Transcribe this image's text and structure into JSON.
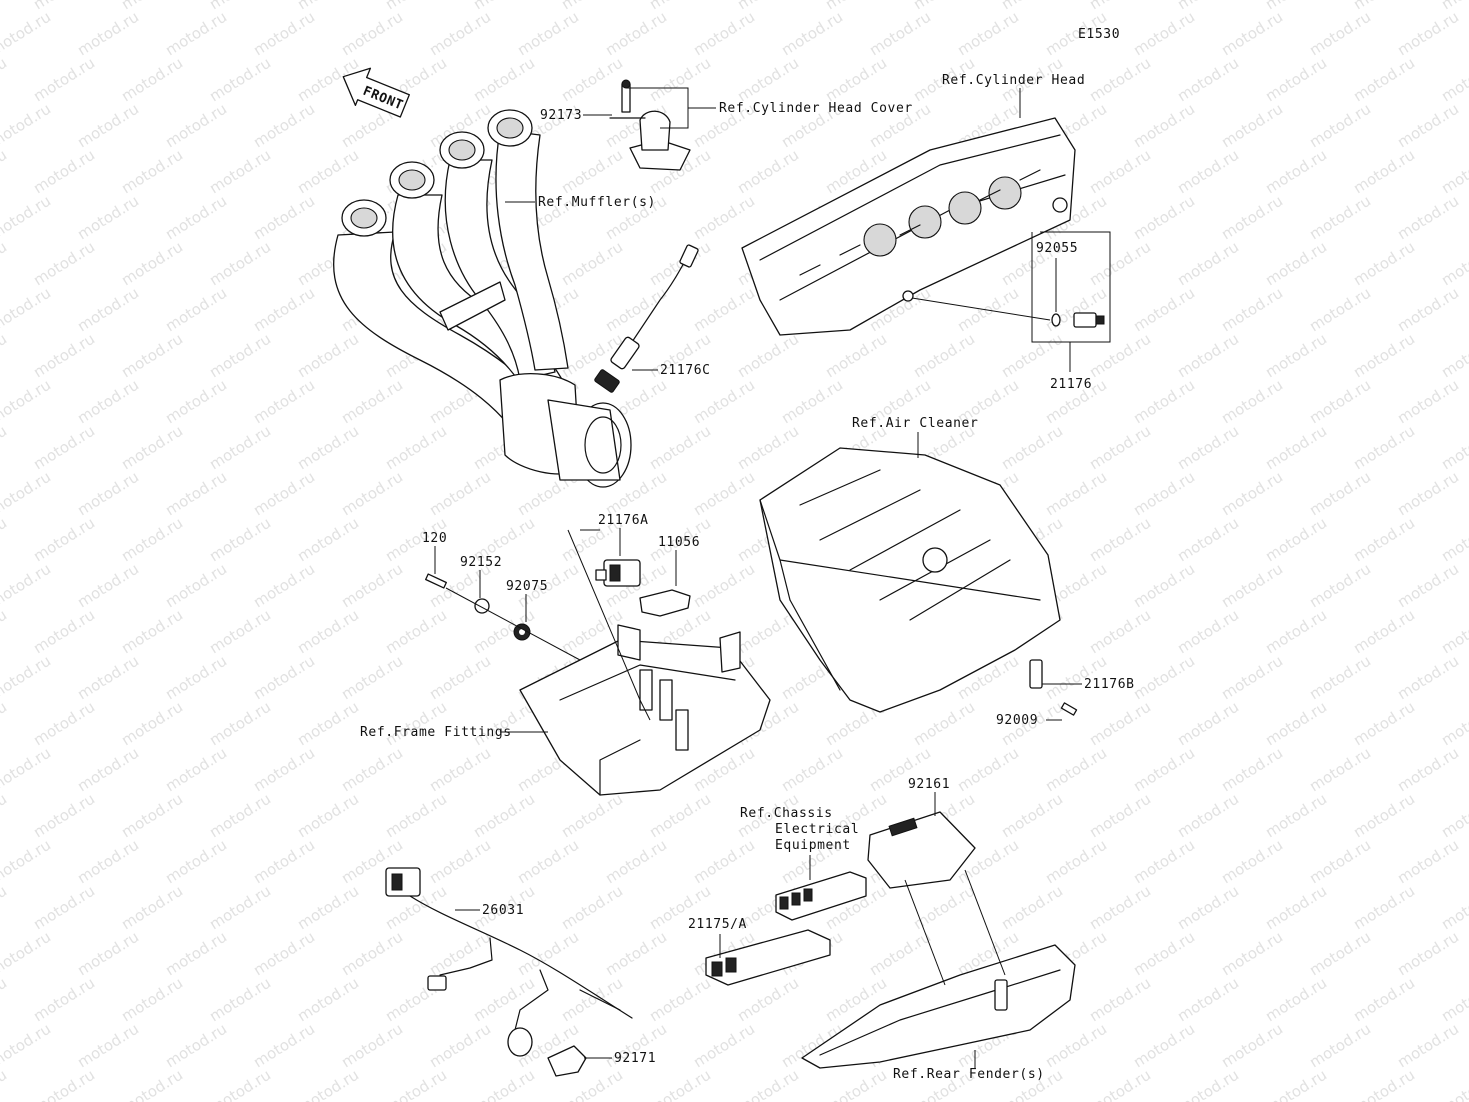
{
  "diagram_code": "E1530",
  "front_arrow": {
    "text": "FRONT",
    "icon": "front-direction-arrow"
  },
  "labels": {
    "ref_cylinder_head": "Ref.Cylinder Head",
    "ref_cylinder_head_cover": "Ref.Cylinder Head Cover",
    "ref_mufflers": "Ref.Muffler(s)",
    "ref_air_cleaner": "Ref.Air Cleaner",
    "ref_frame_fittings": "Ref.Frame Fittings",
    "ref_chassis_line1": "Ref.Chassis",
    "ref_chassis_line2": "Electrical",
    "ref_chassis_line3": "Equipment",
    "ref_rear_fenders": "Ref.Rear Fender(s)"
  },
  "part_numbers": {
    "p92173": "92173",
    "p92055": "92055",
    "p21176": "21176",
    "p21176C": "21176C",
    "p21176A": "21176A",
    "p11056": "11056",
    "p120": "120",
    "p92152": "92152",
    "p92075": "92075",
    "p21176B": "21176B",
    "p92009": "92009",
    "p92161": "92161",
    "p26031": "26031",
    "p21175A": "21175/A",
    "p92171": "92171"
  },
  "watermark": "motod.ru",
  "colors": {
    "line": "#111111",
    "background": "#ffffff",
    "watermark": "#c9c9c9"
  }
}
